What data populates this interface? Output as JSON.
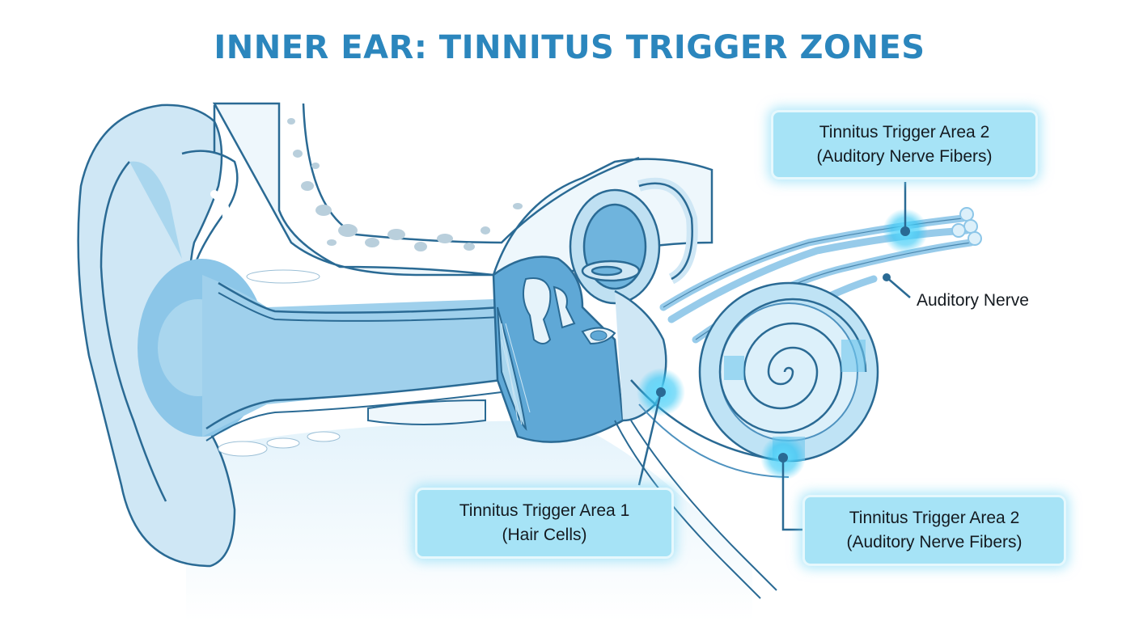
{
  "title": "INNER EAR: TINNITUS TRIGGER ZONES",
  "labels": {
    "area2_top": {
      "line1": "Tinnitus Trigger Area 2",
      "line2": "(Auditory Nerve Fibers)"
    },
    "area1": {
      "line1": "Tinnitus Trigger Area 1",
      "line2": "(Hair Cells)"
    },
    "area2_bottom": {
      "line1": "Tinnitus Trigger Area 2",
      "line2": "(Auditory Nerve Fibers)"
    },
    "auditory_nerve": "Auditory Nerve"
  },
  "colors": {
    "title": "#2b86bd",
    "outline": "#2a6a94",
    "tissue_light": "#dcf0fa",
    "tissue_mid": "#a9d6ee",
    "tissue_dark": "#6fb4dd",
    "callout_fill": "#a6e3f6",
    "glow": "#35c8f5",
    "bone_spots": "#b9cfdc"
  }
}
